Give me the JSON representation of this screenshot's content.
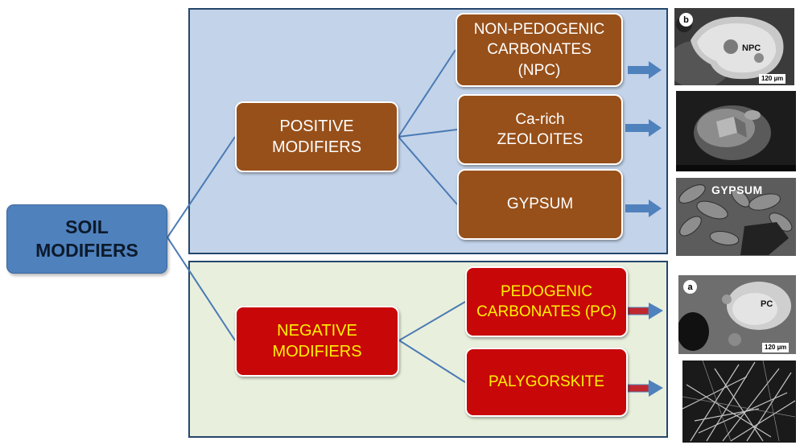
{
  "root": {
    "label": "SOIL\nMODIFIERS"
  },
  "positive": {
    "category": "POSITIVE\nMODIFIERS",
    "items": [
      {
        "label": "NON-PEDOGENIC\nCARBONATES\n(NPC)"
      },
      {
        "label": "Ca-rich\nZEOLOITES"
      },
      {
        "label": "GYPSUM"
      }
    ]
  },
  "negative": {
    "category": "NEGATIVE\nMODIFIERS",
    "items": [
      {
        "label": "PEDOGENIC\nCARBONATES (PC)"
      },
      {
        "label": "PALYGORSKITE"
      }
    ]
  },
  "images": {
    "npc": {
      "panel_letter": "b",
      "label": "NPC",
      "scale": "120 µm"
    },
    "zeolite": {},
    "gypsum": {
      "label": "GYPSUM"
    },
    "pc": {
      "panel_letter": "a",
      "label": "PC",
      "scale": "120 µm"
    },
    "palygorskite": {}
  },
  "colors": {
    "root_fill": "#4f81bd",
    "positive_panel": "#c3d3e9",
    "negative_panel": "#e8efdc",
    "positive_box": "#97501a",
    "negative_box": "#c80808",
    "negative_text": "#fff200",
    "connector": "#4a7ab5",
    "arrow_positive": "#4f81bd",
    "arrow_negative": "#c0282d"
  }
}
